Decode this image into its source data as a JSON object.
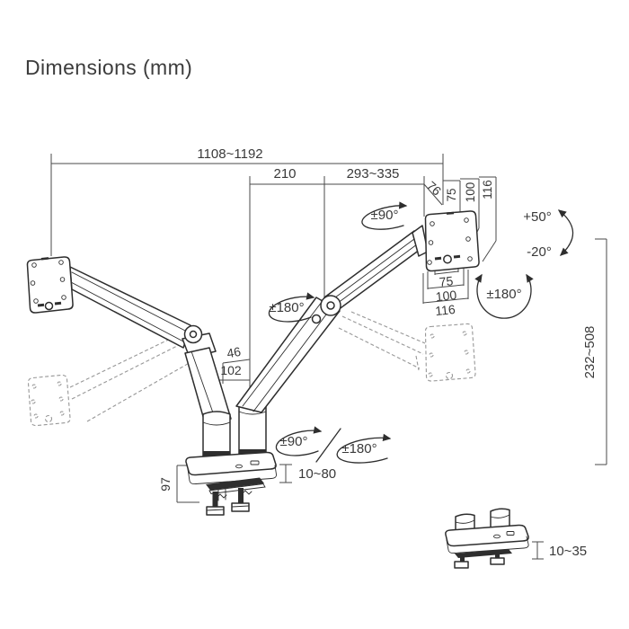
{
  "title": "Dimensions (mm)",
  "colors": {
    "line": "#2e2e2e",
    "text": "#393939",
    "background": "#ffffff"
  },
  "dims": {
    "total_width": "1108~1192",
    "pole_spacing": "210",
    "arm_extension": "293~335",
    "head_offset": "76",
    "vesa_col_75": "75",
    "vesa_col_100": "100",
    "vesa_col_116": "116",
    "vesa_row_75": "75",
    "vesa_row_100": "100",
    "vesa_row_116": "116",
    "arm_offset_46": "46",
    "arm_offset_102": "102",
    "base_height": "97",
    "desk_clamp_range": "10~80",
    "height_adjust_range": "232~508",
    "grommet_thickness_range": "10~35"
  },
  "angles": {
    "arm_swivel_top": "±90°",
    "tilt_up": "+50°",
    "tilt_down": "-20°",
    "vesa_rotation": "±180°",
    "elbow_swivel": "±180°",
    "base_swivel": "±90°",
    "pole_rotation": "±180°"
  }
}
